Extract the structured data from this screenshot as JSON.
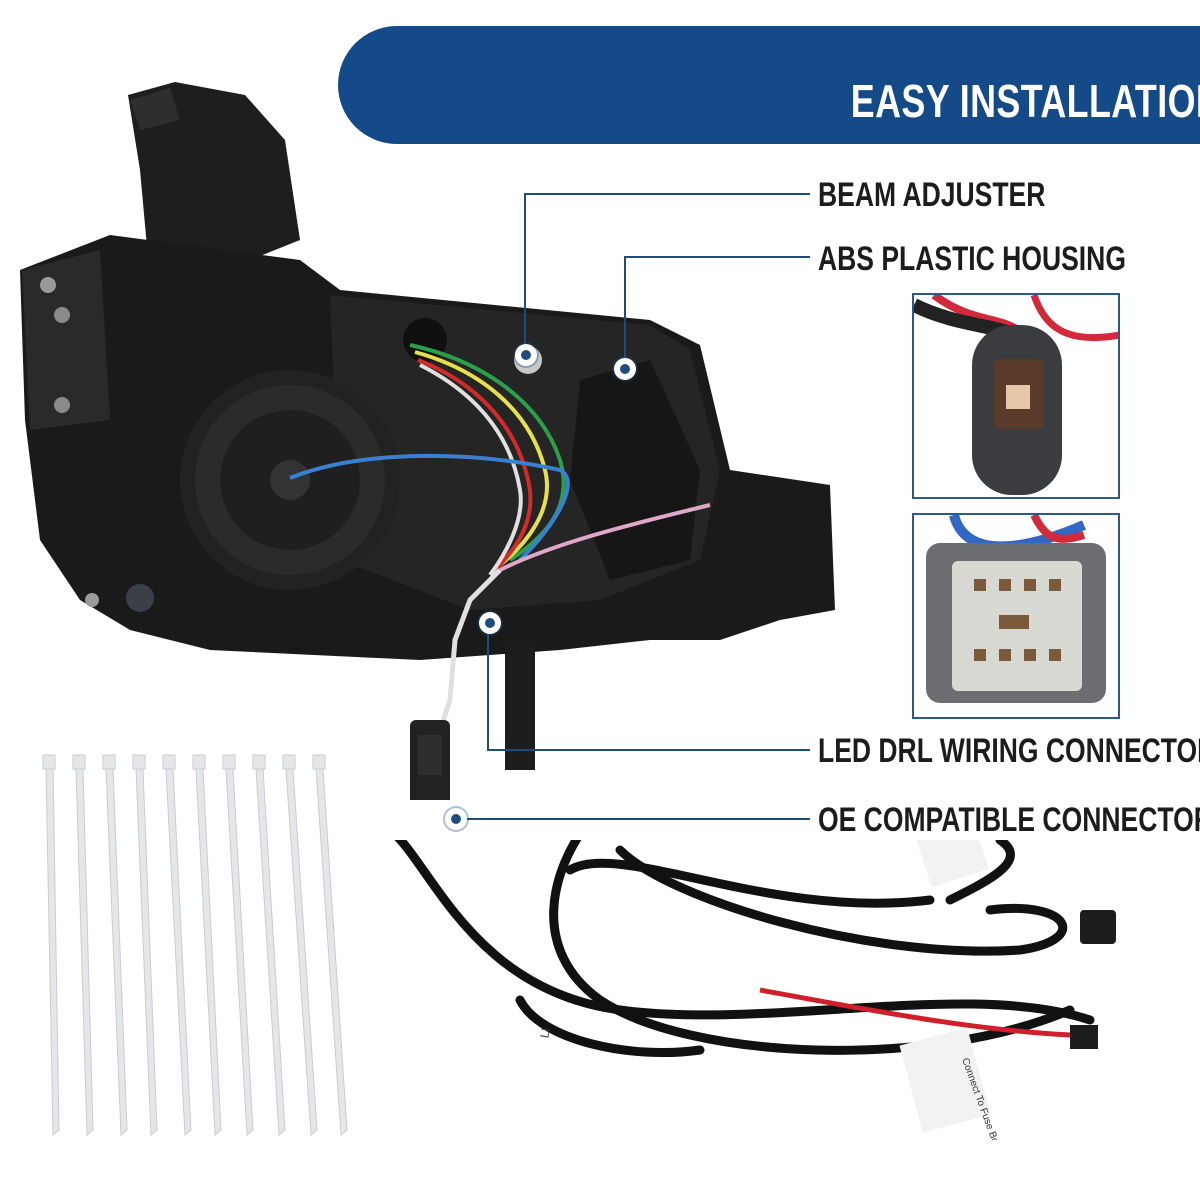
{
  "banner": {
    "title": "EASY INSTALLATION"
  },
  "callouts": [
    {
      "label": "BEAM ADJUSTER"
    },
    {
      "label": "ABS PLASTIC HOUSING"
    },
    {
      "label": "LED DRL WIRING CONNECTOR"
    },
    {
      "label": "OE COMPATIBLE CONNECTOR"
    }
  ],
  "colors": {
    "banner": "#134a87",
    "lead_line": "#1e4d7d",
    "label_text": "#1c1c1c"
  },
  "harness_labels": {
    "fuse_tag": "Connect To Fuse Box",
    "tag_fragment": "LI"
  }
}
